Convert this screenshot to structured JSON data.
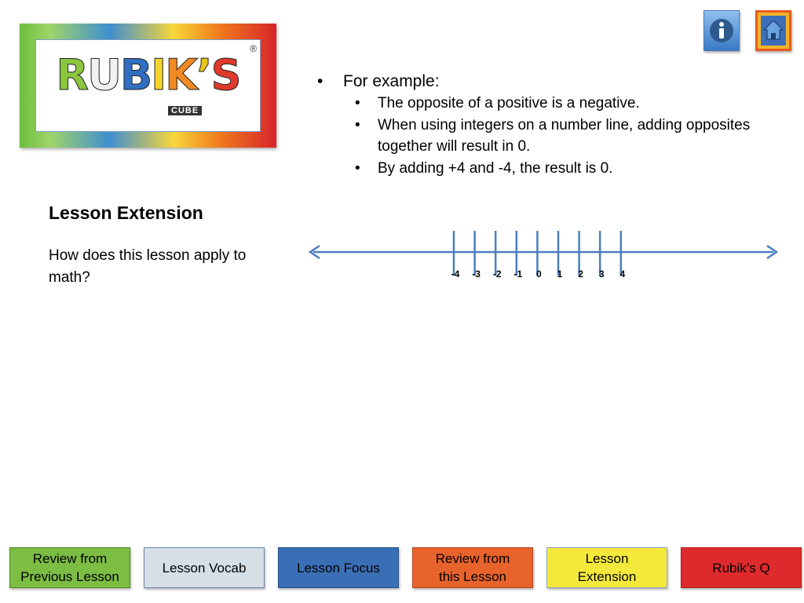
{
  "logo": {
    "letters": [
      "R",
      "U",
      "B",
      "I",
      "K",
      "’",
      "S"
    ],
    "registered": "®",
    "subtitle": "CUBE"
  },
  "top_icons": {
    "info": "info-icon",
    "home": "home-icon"
  },
  "content": {
    "heading_bullet": "For example:",
    "sub_bullets": [
      " The opposite of a positive is a negative.",
      "When using integers on a number line, adding opposites together will result in 0.",
      "By adding +4 and -4, the result is 0."
    ]
  },
  "lesson": {
    "title": "Lesson Extension",
    "question": "How does this lesson apply to math?"
  },
  "number_line": {
    "ticks": [
      "-4",
      "-3",
      "-2",
      "-1",
      "0",
      "1",
      "2",
      "3",
      "4"
    ],
    "color": "#4a7ec0"
  },
  "nav": {
    "review_previous": "Review from Previous Lesson",
    "vocab": "Lesson Vocab",
    "focus": "Lesson Focus",
    "review_this": "Review from this Lesson",
    "extension": "Lesson Extension",
    "rubiks_q": "Rubik’s Q"
  },
  "colors": {
    "green": "#7cbd43",
    "gray": "#d6dee6",
    "blue": "#3a6fb5",
    "orange": "#e8632b",
    "yellow": "#f4e93a",
    "red": "#df2a2d"
  }
}
